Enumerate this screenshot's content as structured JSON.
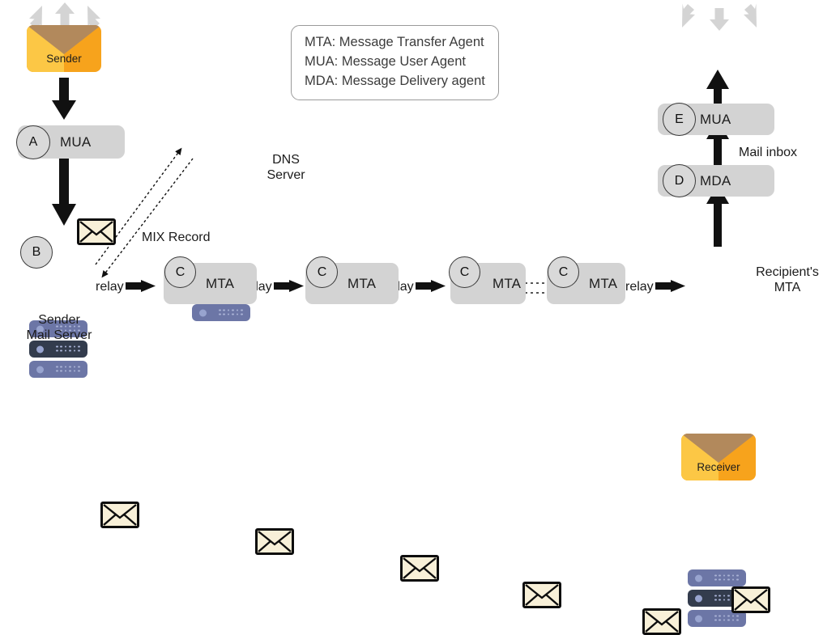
{
  "legend": {
    "lines": [
      "MTA: Message Transfer Agent",
      "MUA: Message User Agent",
      "MDA: Message Delivery agent"
    ]
  },
  "sender": {
    "envelope_label": "Sender",
    "mua": {
      "badge": "A",
      "label": "MUA"
    },
    "mail_server": {
      "badge": "B",
      "label_line1": "Sender",
      "label_line2": "Mail Server"
    }
  },
  "dns": {
    "label_line1": "DNS",
    "label_line2": "Server",
    "record_label": "MIX Record"
  },
  "mta_chain": [
    {
      "badge": "C",
      "label": "MTA"
    },
    {
      "badge": "C",
      "label": "MTA"
    },
    {
      "badge": "C",
      "label": "MTA"
    },
    {
      "badge": "C",
      "label": "MTA"
    }
  ],
  "relay_labels": [
    "relay",
    "relay",
    "relay",
    "relay"
  ],
  "recipient": {
    "mta_label_line1": "Recipient's",
    "mta_label_line2": "MTA",
    "mda": {
      "badge": "D",
      "label": "MDA"
    },
    "mua": {
      "badge": "E",
      "label": "MUA"
    },
    "inbox_label": "Mail inbox",
    "envelope_label": "Receiver"
  },
  "colors": {
    "box_gray": "#d3d3d3",
    "badge_gray": "#d9d9d9",
    "server_light": "#6c76a6",
    "server_dark": "#333c4d",
    "envelope_cream": "#f8f0d8",
    "envelope_orange": "#f7a31c",
    "envelope_yellow": "#fcc745",
    "envelope_flap": "#b2895c",
    "arrow_gray": "#d4d4d4",
    "arrow_black": "#111111"
  }
}
